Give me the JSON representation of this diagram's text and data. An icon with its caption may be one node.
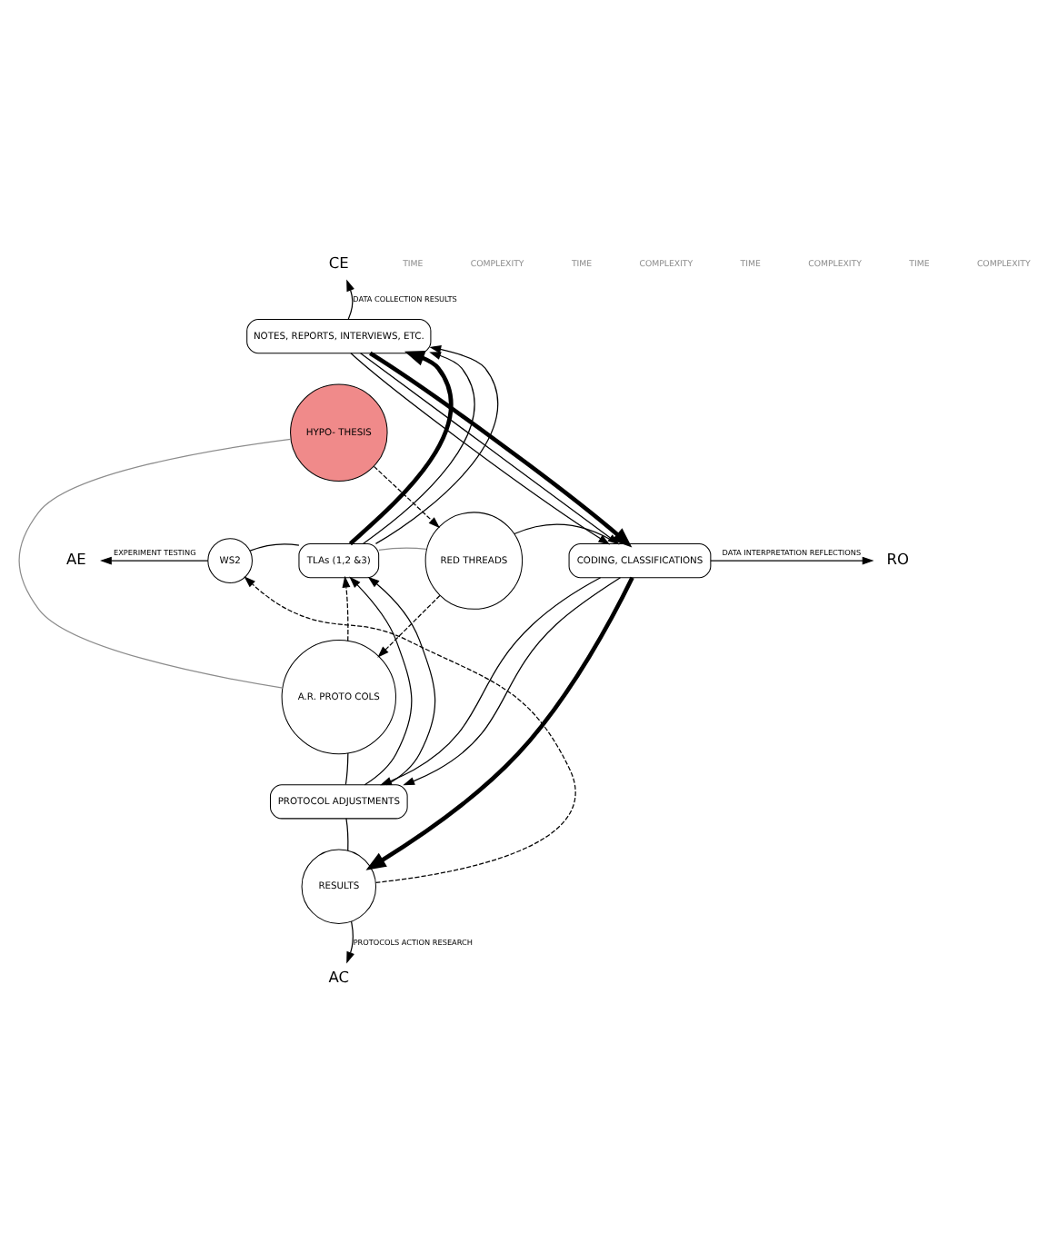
{
  "diagram": {
    "nodes": [
      {
        "text": [
          "CE"
        ]
      },
      {
        "text": [
          "NOTES, REPORTS, INTERVIEWS, ETC."
        ]
      },
      {
        "text": [
          "HYPO- THESIS"
        ]
      },
      {
        "text": [
          "AE"
        ]
      },
      {
        "text": [
          "WS2"
        ]
      },
      {
        "text": [
          "TLAs (1,2 &3)"
        ]
      },
      {
        "text": [
          "RED THREADS"
        ]
      },
      {
        "text": [
          "CODING, CLASSIFICATIONS"
        ]
      },
      {
        "text": [
          "RO"
        ]
      },
      {
        "text": [
          "A.R. PROTO COLS"
        ]
      },
      {
        "text": [
          "PROTOCOL ADJUSTMENTS"
        ]
      },
      {
        "text": [
          "RESULTS"
        ]
      },
      {
        "text": [
          "AC"
        ]
      }
    ],
    "edges": [
      {
        "from": 1,
        "to": 0,
        "arrow": "to",
        "label": "DATA COLLECTION RESULTS"
      },
      {
        "from": 4,
        "to": 3,
        "arrow": "to",
        "label": "EXPERIMENT TESTING"
      },
      {
        "from": 7,
        "to": 8,
        "arrow": "to",
        "label": "DATA INTERPRETATION REFLECTIONS"
      },
      {
        "from": 11,
        "to": 12,
        "arrow": "to",
        "label": "PROTOCOLS ACTION RESEARCH"
      },
      {
        "from": 4,
        "to": 5,
        "arrow": "none"
      },
      {
        "from": 5,
        "to": 6,
        "arrow": "none",
        "color": "#8c8c8c"
      },
      {
        "from": 2,
        "to": 9,
        "arrow": "none",
        "color": "#8c8c8c"
      },
      {
        "from": 6,
        "to": 7,
        "arrow": "none"
      },
      {
        "from": 9,
        "to": 10,
        "arrow": "none"
      },
      {
        "from": 10,
        "to": 11,
        "arrow": "none"
      },
      {
        "from": 5,
        "to": 1,
        "arrow": "to",
        "style": "thick"
      },
      {
        "from": 5,
        "to": 1,
        "arrow": "to"
      },
      {
        "from": 5,
        "to": 1,
        "arrow": "to"
      },
      {
        "from": 1,
        "to": 7,
        "arrow": "to"
      },
      {
        "from": 1,
        "to": 7,
        "arrow": "to"
      },
      {
        "from": 1,
        "to": 7,
        "arrow": "to",
        "style": "thick"
      },
      {
        "from": 7,
        "to": 10,
        "arrow": "to"
      },
      {
        "from": 7,
        "to": 10,
        "arrow": "to"
      },
      {
        "from": 7,
        "to": 11,
        "arrow": "to",
        "style": "thick"
      },
      {
        "from": 10,
        "to": 5,
        "arrow": "to"
      },
      {
        "from": 10,
        "to": 5,
        "arrow": "to"
      },
      {
        "from": 11,
        "to": 4,
        "arrow": "to",
        "style": "dashed"
      },
      {
        "from": 2,
        "to": 6,
        "arrow": "to",
        "style": "dashed"
      },
      {
        "from": 6,
        "to": 9,
        "arrow": "to",
        "style": "dashed"
      },
      {
        "from": 9,
        "to": 5,
        "arrow": "to",
        "style": "dashed"
      }
    ],
    "labels": [
      "TIME",
      "COMPLEXITY",
      "TIME",
      "COMPLEXITY",
      "TIME",
      "COMPLEXITY",
      "TIME",
      "COMPLEXITY"
    ]
  }
}
